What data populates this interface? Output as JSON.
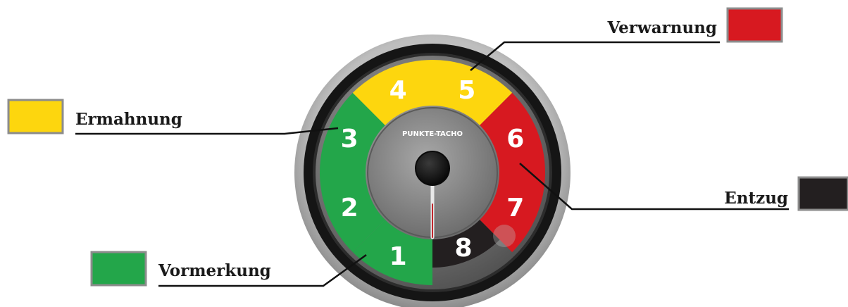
{
  "gauge": {
    "title": "PUNKTE-TACHO",
    "needle_value": 1,
    "segments": [
      {
        "label": "1",
        "value": 1,
        "category": "vormerkung"
      },
      {
        "label": "2",
        "value": 2,
        "category": "vormerkung"
      },
      {
        "label": "3",
        "value": 3,
        "category": "vormerkung"
      },
      {
        "label": "4",
        "value": 4,
        "category": "ermahnung"
      },
      {
        "label": "5",
        "value": 5,
        "category": "ermahnung"
      },
      {
        "label": "6",
        "value": 6,
        "category": "verwarnung"
      },
      {
        "label": "7",
        "value": 7,
        "category": "verwarnung"
      },
      {
        "label": "8",
        "value": 8,
        "category": "entzug"
      }
    ]
  },
  "legend": {
    "vormerkung": {
      "label": "Vormerkung",
      "color": "#23a64a"
    },
    "ermahnung": {
      "label": "Ermahnung",
      "color": "#fdd60e"
    },
    "verwarnung": {
      "label": "Verwarnung",
      "color": "#d71920"
    },
    "entzug": {
      "label": "Entzug",
      "color": "#231f20"
    }
  }
}
